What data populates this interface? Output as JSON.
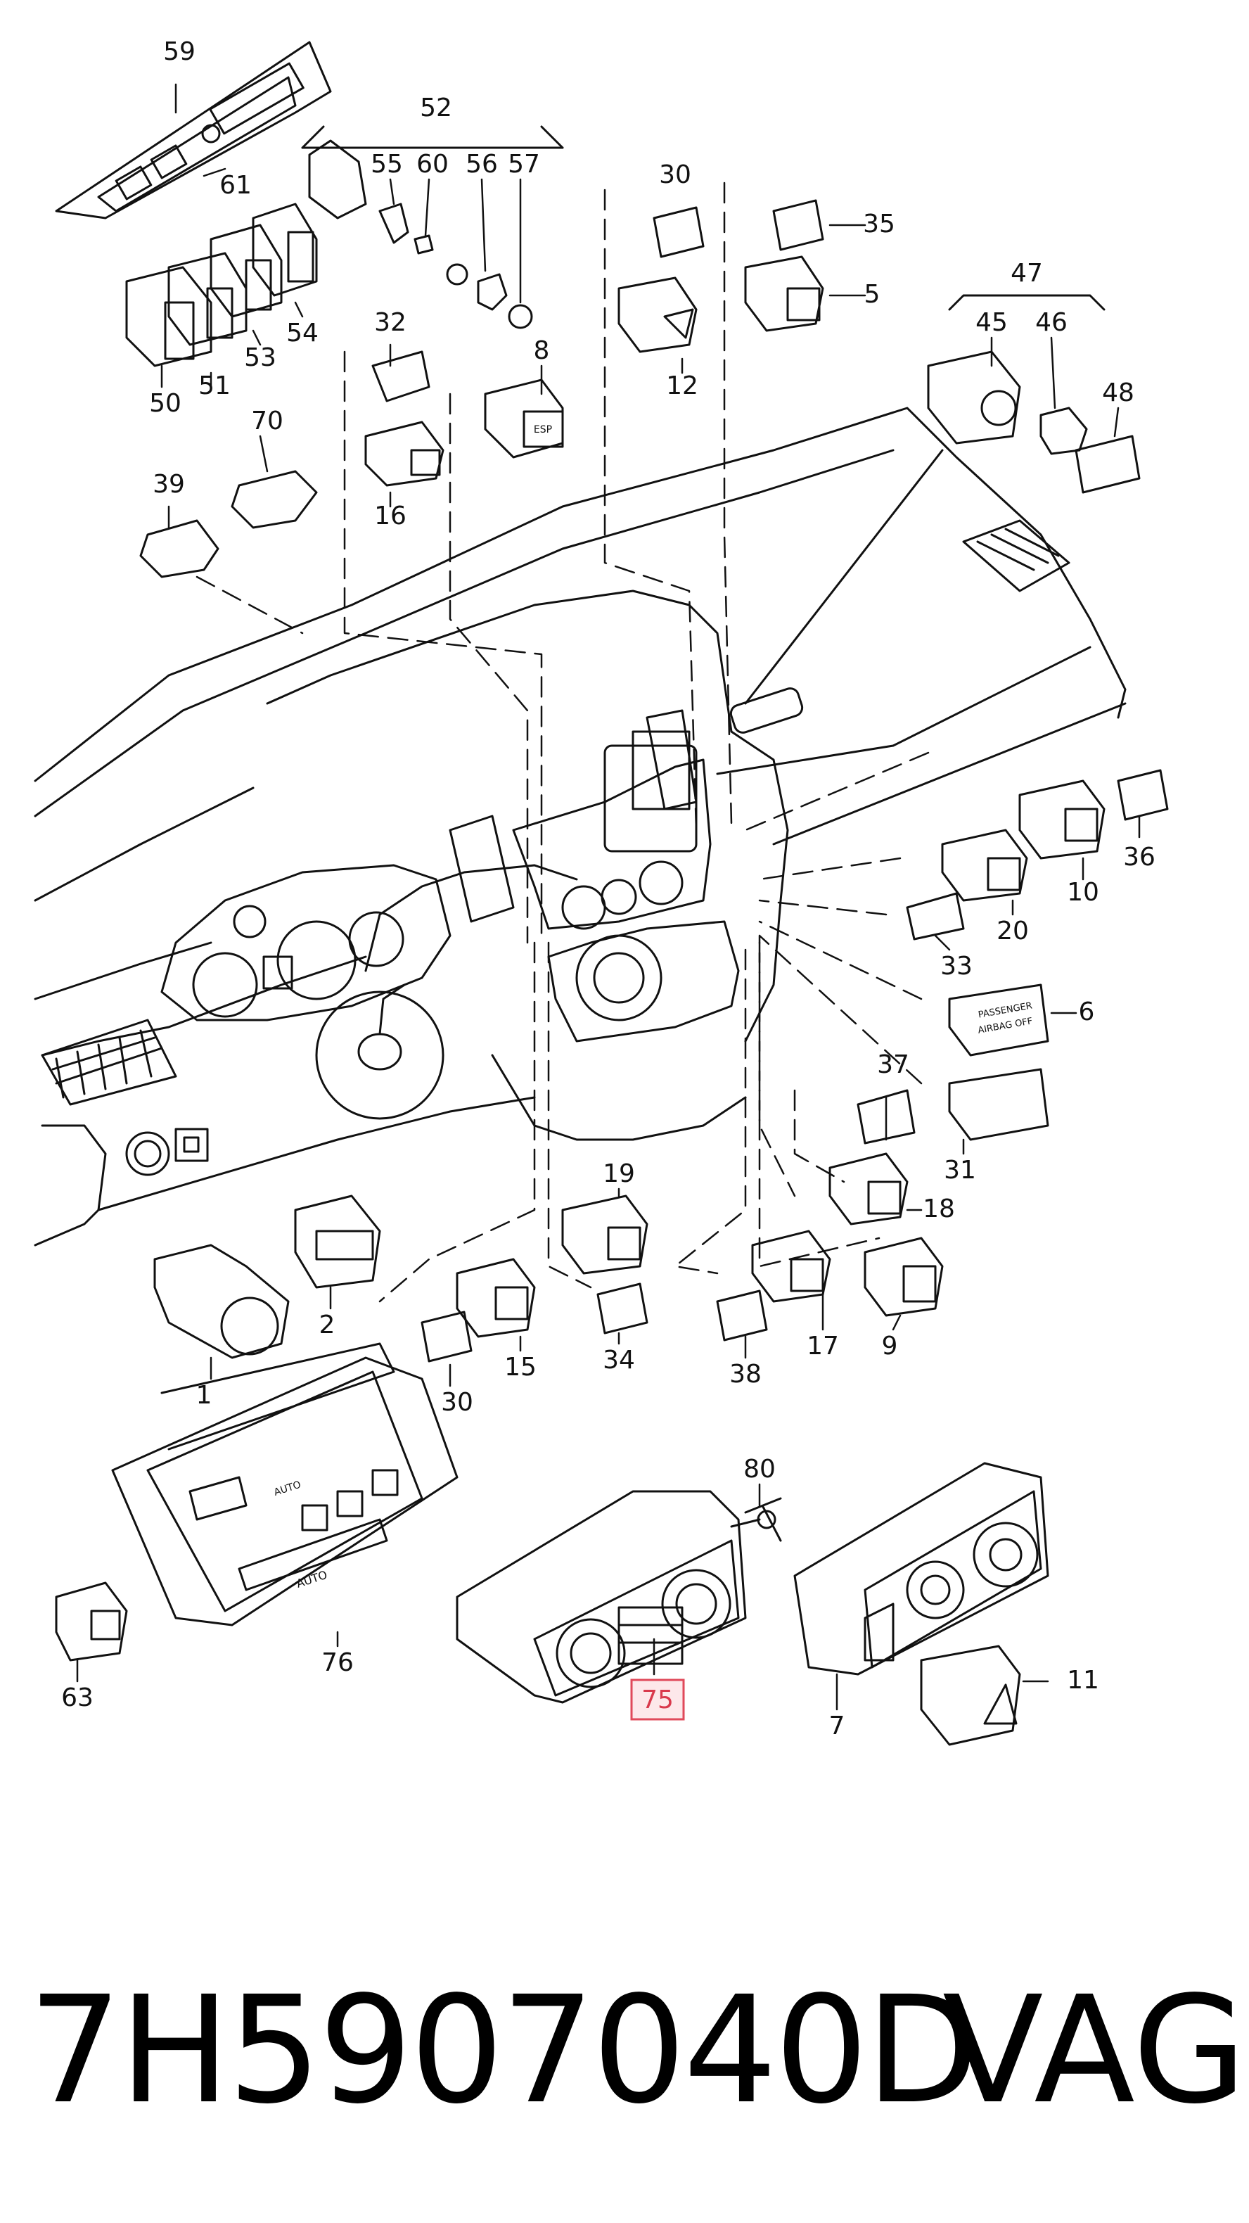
{
  "callouts": [
    {
      "id": "59",
      "label": "59"
    },
    {
      "id": "52",
      "label": "52"
    },
    {
      "id": "55",
      "label": "55"
    },
    {
      "id": "60",
      "label": "60"
    },
    {
      "id": "56",
      "label": "56"
    },
    {
      "id": "57",
      "label": "57"
    },
    {
      "id": "61",
      "label": "61"
    },
    {
      "id": "30a",
      "label": "30"
    },
    {
      "id": "35",
      "label": "35"
    },
    {
      "id": "5",
      "label": "5"
    },
    {
      "id": "47",
      "label": "47"
    },
    {
      "id": "45",
      "label": "45"
    },
    {
      "id": "46",
      "label": "46"
    },
    {
      "id": "48",
      "label": "48"
    },
    {
      "id": "12",
      "label": "12"
    },
    {
      "id": "8",
      "label": "8"
    },
    {
      "id": "32",
      "label": "32"
    },
    {
      "id": "16",
      "label": "16"
    },
    {
      "id": "70",
      "label": "70"
    },
    {
      "id": "39",
      "label": "39"
    },
    {
      "id": "54",
      "label": "54"
    },
    {
      "id": "53",
      "label": "53"
    },
    {
      "id": "51",
      "label": "51"
    },
    {
      "id": "50",
      "label": "50"
    },
    {
      "id": "36",
      "label": "36"
    },
    {
      "id": "10",
      "label": "10"
    },
    {
      "id": "20",
      "label": "20"
    },
    {
      "id": "33",
      "label": "33"
    },
    {
      "id": "6",
      "label": "6"
    },
    {
      "id": "37",
      "label": "37"
    },
    {
      "id": "31",
      "label": "31"
    },
    {
      "id": "19",
      "label": "19"
    },
    {
      "id": "18",
      "label": "18"
    },
    {
      "id": "2",
      "label": "2"
    },
    {
      "id": "1",
      "label": "1"
    },
    {
      "id": "15",
      "label": "15"
    },
    {
      "id": "30b",
      "label": "30"
    },
    {
      "id": "34",
      "label": "34"
    },
    {
      "id": "17",
      "label": "17"
    },
    {
      "id": "38",
      "label": "38"
    },
    {
      "id": "9",
      "label": "9"
    },
    {
      "id": "80",
      "label": "80"
    },
    {
      "id": "76",
      "label": "76"
    },
    {
      "id": "63",
      "label": "63"
    },
    {
      "id": "75",
      "label": "75"
    },
    {
      "id": "7",
      "label": "7"
    },
    {
      "id": "11",
      "label": "11"
    }
  ],
  "part_labels": {
    "esp": "ESP",
    "auto_large": "AUTO",
    "auto_small": "AUTO",
    "passenger": "PASSENGER",
    "airbag_off": "AIRBAG OFF"
  },
  "highlight": {
    "callout": "75",
    "color": "#e0495a"
  },
  "footer": {
    "part_number": "7H5907040D",
    "brand": "VAG"
  }
}
